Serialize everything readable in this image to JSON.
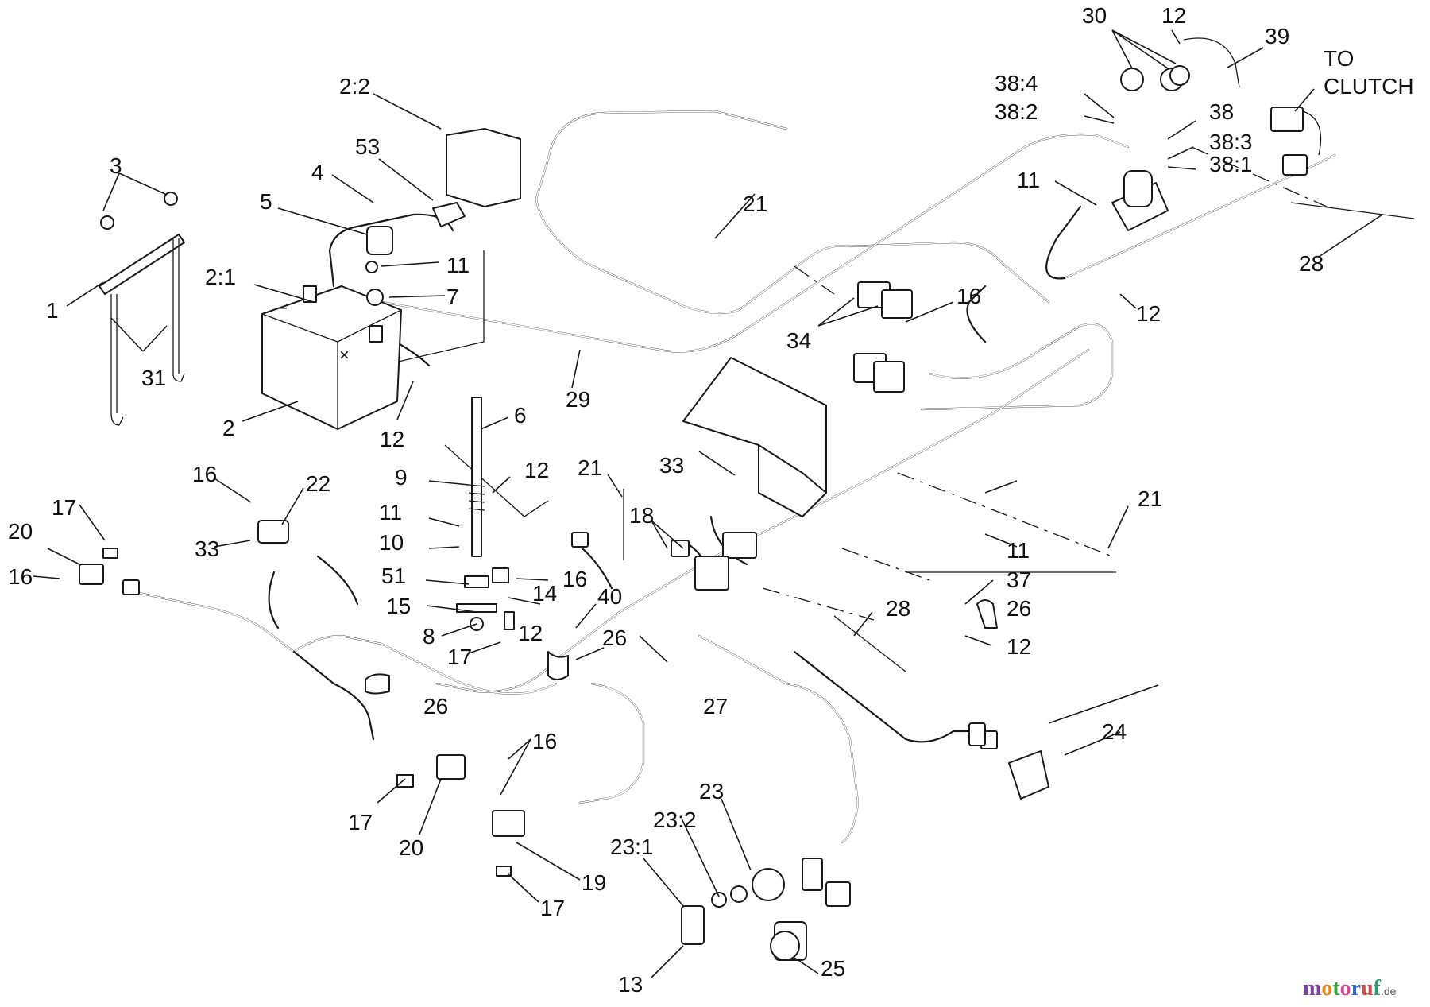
{
  "diagram": {
    "note_lines": [
      "TO",
      "CLUTCH"
    ],
    "polarity": {
      "negative": "−",
      "positive": "×"
    },
    "callouts": [
      "30",
      "12",
      "39",
      "38:4",
      "38:2",
      "38",
      "38:3",
      "38:1",
      "11",
      "28",
      "12",
      "2:2",
      "53",
      "4",
      "3",
      "5",
      "11",
      "7",
      "2:1",
      "1",
      "31",
      "2",
      "12",
      "29",
      "21",
      "34",
      "16",
      "6",
      "9",
      "12",
      "11",
      "10",
      "51",
      "16",
      "14",
      "15",
      "8",
      "17",
      "12",
      "40",
      "26",
      "21",
      "33",
      "18",
      "21",
      "16",
      "22",
      "33",
      "17",
      "20",
      "16",
      "11",
      "37",
      "26",
      "12",
      "28",
      "27",
      "26",
      "24",
      "16",
      "17",
      "20",
      "23",
      "23:2",
      "23:1",
      "19",
      "17",
      "13",
      "25"
    ],
    "watermark": {
      "letters": [
        "m",
        "o",
        "t",
        "o",
        "r",
        "u",
        "f"
      ],
      "colors": [
        "#7a3fa0",
        "#e08a1e",
        "#3aa23a",
        "#d84a8c",
        "#2a6fd0",
        "#d84a4a",
        "#2e9a6a"
      ],
      "suffix": ".de"
    }
  }
}
